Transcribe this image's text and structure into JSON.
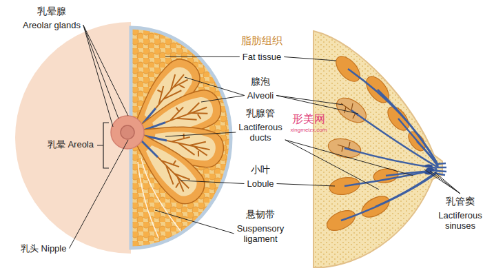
{
  "diagram": {
    "labels": [
      "乳晕腺",
      "Areolar glands",
      "脂肪组织",
      "Fat tissue",
      "腺泡",
      "Alveoli",
      "乳腺管",
      "Lactiferous ducts",
      "小叶",
      "Lobule",
      "悬韧带",
      "Suspensory ligament",
      "乳晕 Areola",
      "乳头 Nipple",
      "乳管窦",
      "Lactiferous sinuses",
      "形美网",
      "xingmeizx.com"
    ]
  }
}
